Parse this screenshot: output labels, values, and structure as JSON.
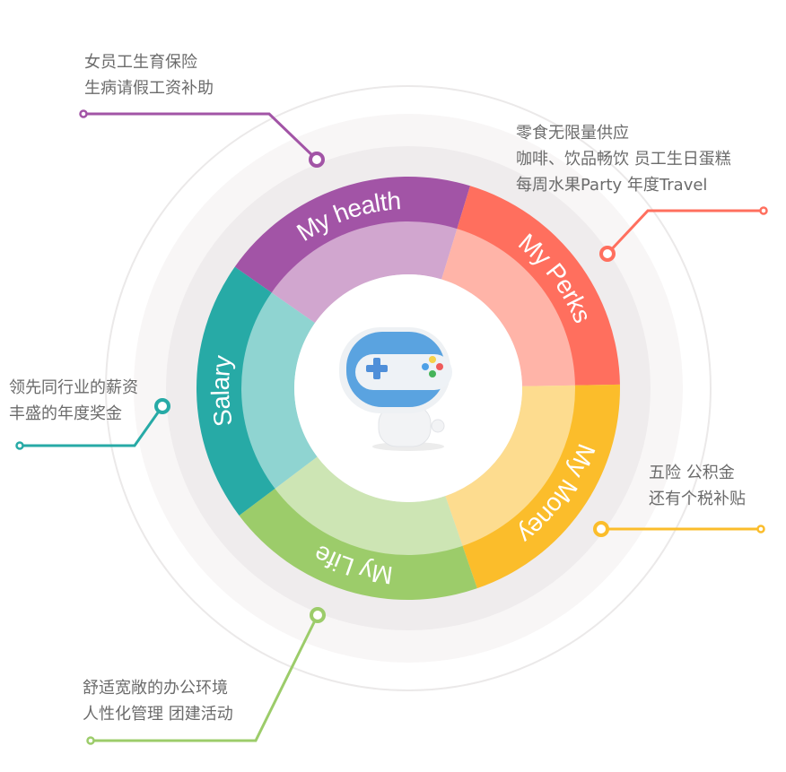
{
  "center_icon": "gamepad-robot-mascot-icon",
  "segments": [
    {
      "label": "My health",
      "color": "#a254a6",
      "light": "#d1a6cf"
    },
    {
      "label": "My Perks",
      "color": "#ff6f5e",
      "light": "#ffb4a8"
    },
    {
      "label": "My Money",
      "color": "#fbbd2b",
      "light": "#fddc8f"
    },
    {
      "label": "My Life",
      "color": "#9ccc6a",
      "light": "#cde5b4"
    },
    {
      "label": "Salary",
      "color": "#27aaa6",
      "light": "#8fd4d1"
    }
  ],
  "notes": {
    "health": [
      "女员工生育保险",
      "生病请假工资补助"
    ],
    "perks": [
      "零食无限量供应",
      "咖啡、饮品畅饮 员工生日蛋糕",
      "每周水果Party 年度Travel"
    ],
    "salary": [
      "领先同行业的薪资",
      "丰盛的年度奖金"
    ],
    "money": [
      "五险 公积金",
      "还有个税补贴"
    ],
    "life": [
      "舒适宽敞的办公环境",
      "人性化管理 团建活动"
    ]
  }
}
